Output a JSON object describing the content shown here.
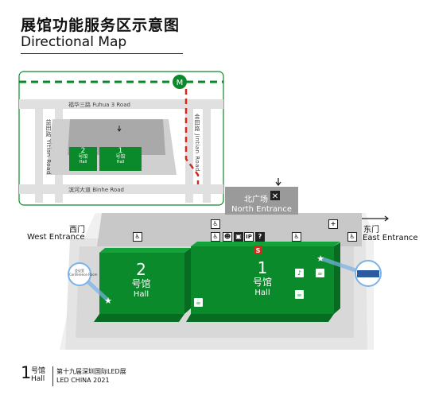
{
  "header": {
    "title_cn": "展馆功能服务区示意图",
    "title_en": "Directional Map"
  },
  "inset": {
    "metro_symbol": "Ⓜ",
    "roads": {
      "fuhua": "福华三路 Fuhua 3 Road",
      "yitian": "益田路 Yitian Road",
      "jintian": "金田路 Jintian Road",
      "binhe": "滨河大道 Binhe Road"
    },
    "hall2": {
      "num": "2",
      "cn": "号馆",
      "en": "Hall"
    },
    "hall1": {
      "num": "1",
      "cn": "号馆",
      "en": "Hall"
    }
  },
  "entrances": {
    "north": {
      "cn": "北广场",
      "en": "North Entrance"
    },
    "west": {
      "cn": "西门",
      "en": "West Entrance"
    },
    "east": {
      "cn": "东门",
      "en": "East Entrance"
    }
  },
  "halls": {
    "hall2": {
      "num": "2",
      "cn": "号馆",
      "en": "Hall"
    },
    "hall1": {
      "num": "1",
      "cn": "号馆",
      "en": "Hall"
    }
  },
  "conference": {
    "en": "Conference Room",
    "cn": "会议室"
  },
  "icons": {
    "toilet": "♿",
    "info": "IP",
    "help": "?",
    "first_aid": "+",
    "s_label": "S",
    "food": "☕",
    "star": "★"
  },
  "footer": {
    "num": "1",
    "hall_cn": "号馆",
    "hall_en": "Hall",
    "event_cn": "第十九届深圳国际LED展",
    "event_en": "LED CHINA 2021"
  },
  "colors": {
    "green": "#0b8a2c",
    "green_dark": "#086b22",
    "gray_band": "#c8c8c8",
    "red": "#d42a1e"
  }
}
